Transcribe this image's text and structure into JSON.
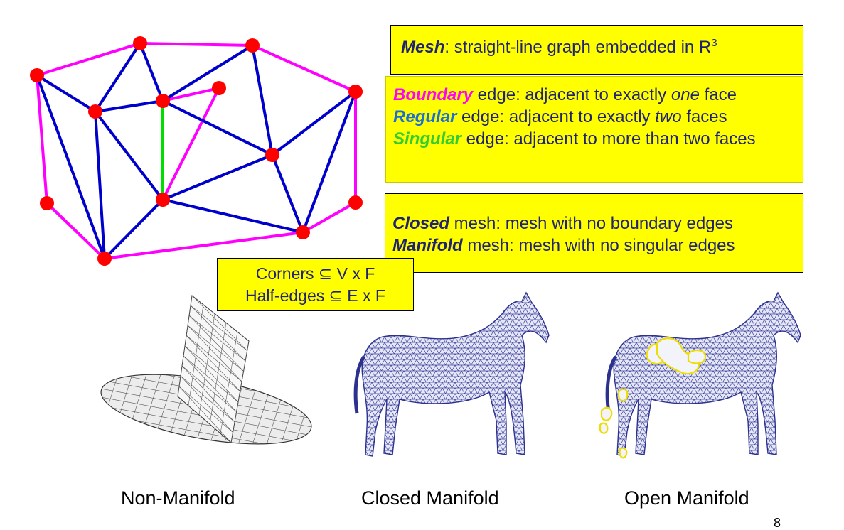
{
  "colors": {
    "boundary": "#ff00ff",
    "regular": "#0000cc",
    "singular": "#00dd00",
    "vertex": "#ff0000",
    "box_fill": "#ffff00",
    "text_navy": "#1f2370",
    "boundary_word": "#ff00ff",
    "regular_word": "#1a6fd6",
    "singular_word": "#33cc33",
    "horse_mesh": "#3a3fa0",
    "hole_outline": "#eedd00"
  },
  "mesh_box": {
    "term": "Mesh",
    "definition": ": straight-line graph embedded in R",
    "superscript": "3"
  },
  "edge_box": {
    "boundary_term": "Boundary",
    "boundary_def_a": " edge: adjacent to exactly ",
    "boundary_def_em": "one",
    "boundary_def_b": " face",
    "regular_term": "Regular",
    "regular_def_a": " edge: adjacent to exactly ",
    "regular_def_em": "two",
    "regular_def_b": " faces",
    "singular_term": "Singular",
    "singular_def": " edge: adjacent to more than two faces"
  },
  "closed_box": {
    "closed_term": "Closed",
    "closed_def": " mesh: mesh with no boundary edges",
    "manifold_term": "Manifold",
    "manifold_def": " mesh: mesh with no singular edges"
  },
  "corners_box": {
    "line1": "Corners ⊆ V x F",
    "line2": "Half-edges ⊆ E x F"
  },
  "figures": [
    {
      "name": "non-manifold",
      "caption": "Non-Manifold",
      "icon": "non-manifold-mesh-icon"
    },
    {
      "name": "closed-manifold",
      "caption": "Closed Manifold",
      "icon": "horse-mesh-icon"
    },
    {
      "name": "open-manifold",
      "caption": "Open Manifold",
      "icon": "horse-mesh-with-holes-icon"
    }
  ],
  "page_number": "8"
}
